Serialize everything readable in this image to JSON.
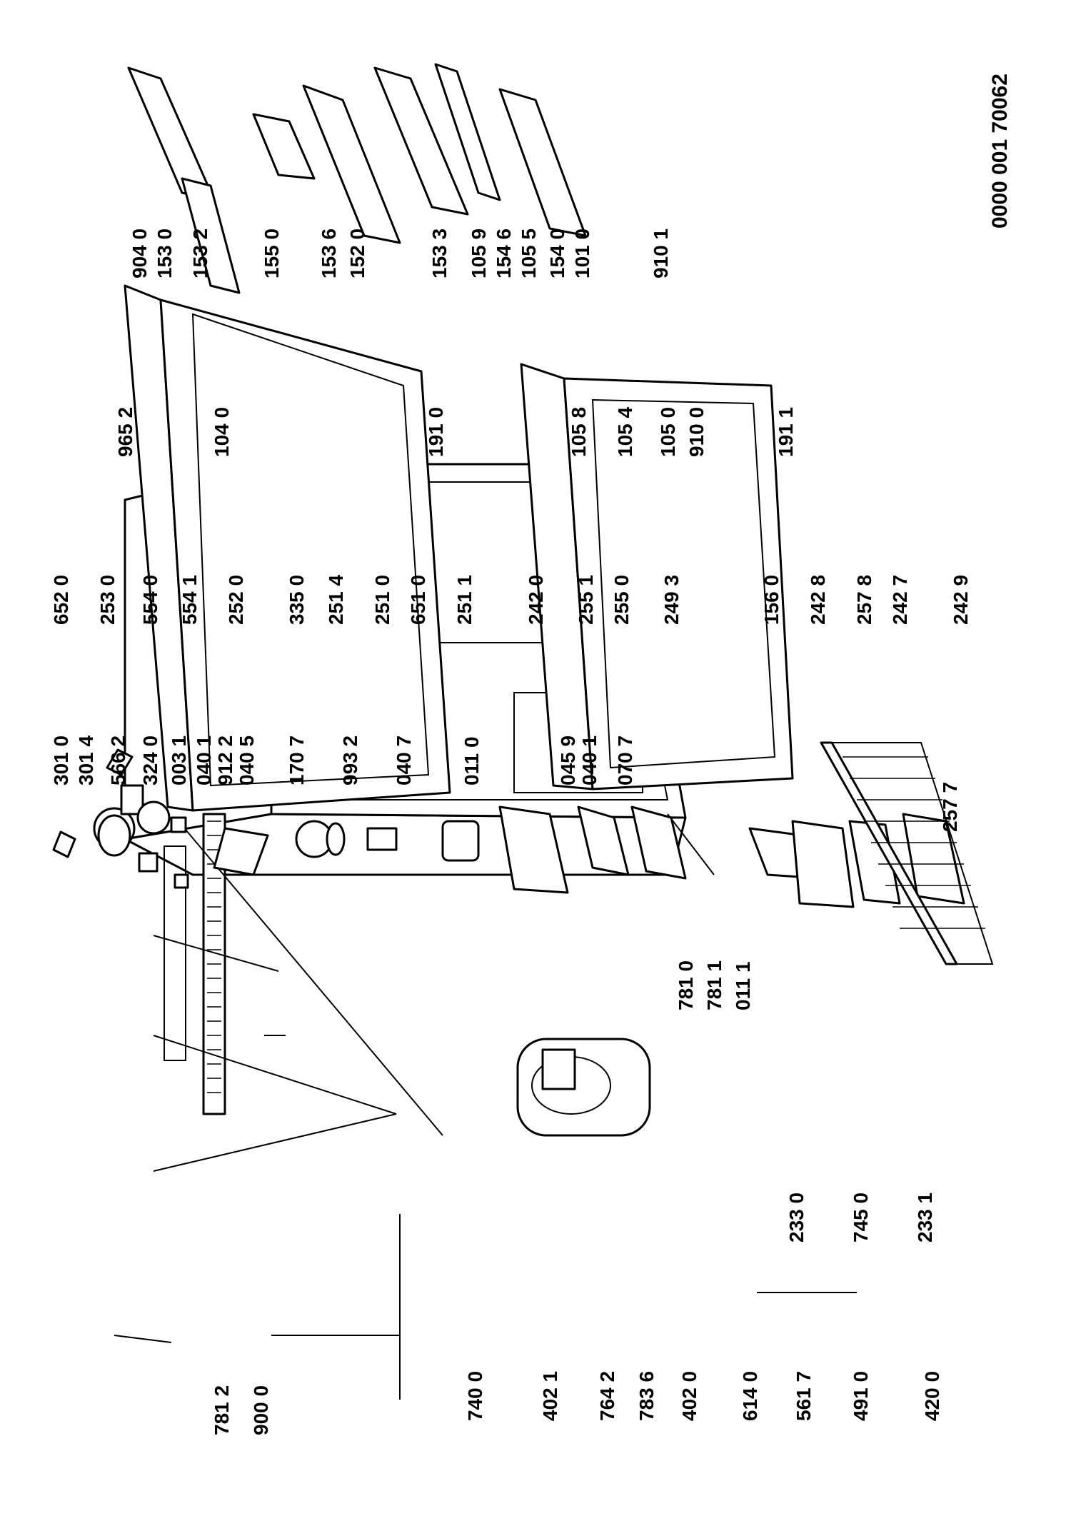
{
  "drawing_number": "0000 001 70062",
  "parts": [
    "781 2",
    "900 0",
    "740 0",
    "402 1",
    "764 2",
    "783 6",
    "402 0",
    "614 0",
    "561 7",
    "491 0",
    "420 0",
    "233 0",
    "745 0",
    "233 1",
    "781 0",
    "781 1",
    "011 1",
    "301 0",
    "301 4",
    "566 2",
    "324 0",
    "003 1",
    "040 1",
    "912 2",
    "040 5",
    "170 7",
    "993 2",
    "040 7",
    "011 0",
    "045 9",
    "040 1",
    "070 7",
    "652 0",
    "253 0",
    "554 0",
    "554 1",
    "252 0",
    "335 0",
    "251 4",
    "251 0",
    "651 0",
    "251 1",
    "242 0",
    "255 1",
    "255 0",
    "249 3",
    "156 0",
    "242 8",
    "257 8",
    "242 7",
    "242 9",
    "257 7",
    "965 2",
    "104 0",
    "191 0",
    "105 8",
    "105 4",
    "105 0",
    "910 0",
    "191 1",
    "904 0",
    "153 0",
    "153 2",
    "155 0",
    "153 6",
    "152 0",
    "153 3",
    "105 9",
    "154 6",
    "105 5",
    "154 0",
    "101 0",
    "910 1"
  ]
}
